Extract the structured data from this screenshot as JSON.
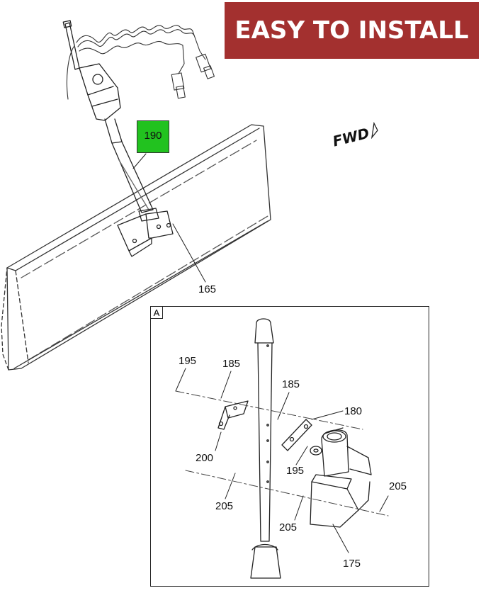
{
  "banner": {
    "text": "EASY TO INSTALL",
    "color": "#a3302f"
  },
  "direction_label": "FWD",
  "main_view": {
    "callouts": {
      "highlighted": "190",
      "bracket": "165"
    },
    "highlight_color": "#22c21f"
  },
  "detail_view": {
    "tag": "A",
    "callouts": {
      "c195_top": "195",
      "c185_left": "185",
      "c185_right": "185",
      "c180": "180",
      "c200": "200",
      "c195_mid": "195",
      "c205_left": "205",
      "c205_mid": "205",
      "c205_right": "205",
      "c175": "175"
    }
  }
}
